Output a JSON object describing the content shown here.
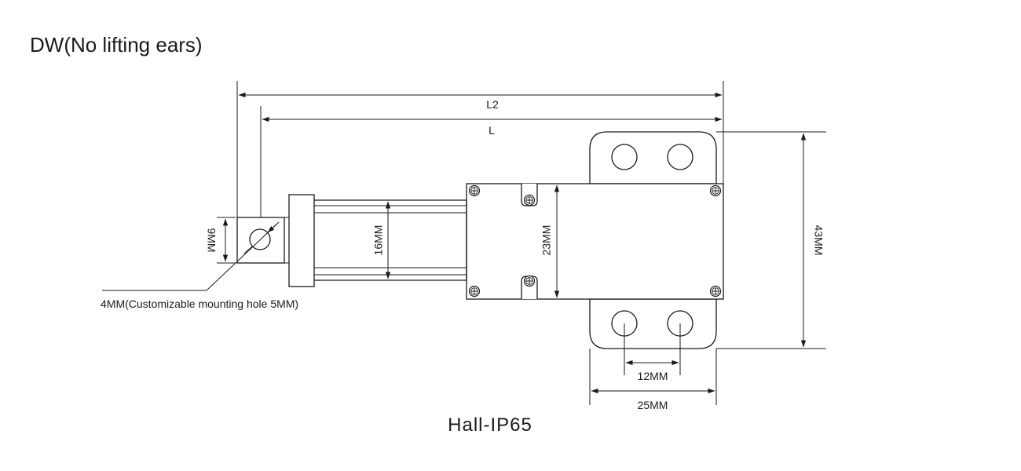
{
  "title": "DW(No lifting ears)",
  "caption": "Hall-IP65",
  "dimensions": {
    "l2": "L2",
    "l": "L",
    "d_43mm": "43MM",
    "d_23mm": "23MM",
    "d_16mm": "16MM",
    "d_9mm": "9MM",
    "d_12mm": "12MM",
    "d_25mm": "25MM"
  },
  "callouts": {
    "mounting_hole": "4MM(Customizable mounting hole 5MM)"
  }
}
